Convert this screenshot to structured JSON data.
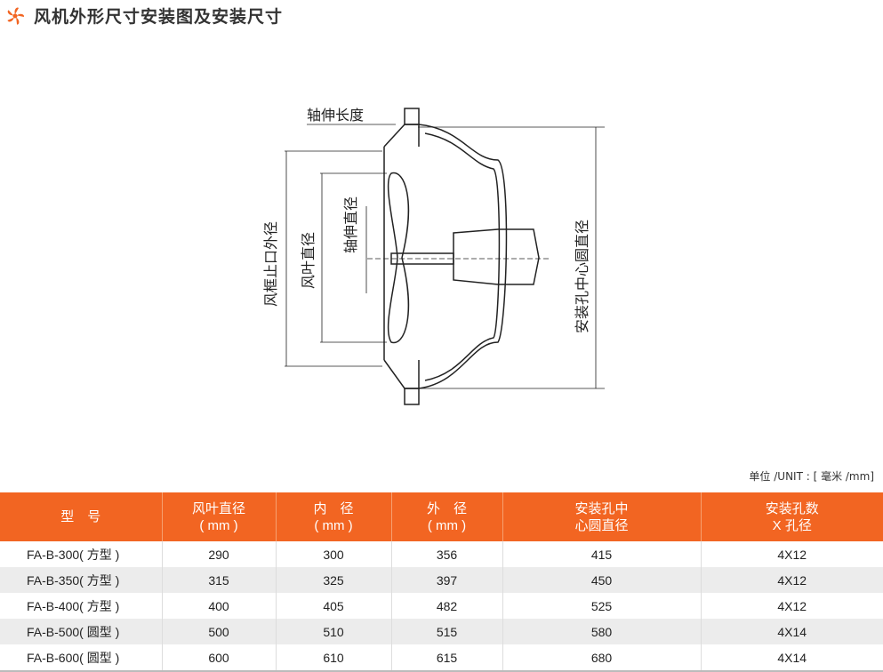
{
  "title": "风机外形尺寸安装图及安装尺寸",
  "diagram_labels": {
    "shaft_length": "轴伸长度",
    "frame_outer": "风框止口外径",
    "blade_dia": "风叶直径",
    "shaft_dia": "轴伸直径",
    "hole_circle": "安装孔中心圆直径"
  },
  "unit": "单位 /UNIT : [ 毫米 /mm]",
  "table": {
    "headers": [
      [
        "型　号",
        ""
      ],
      [
        "风叶直径",
        "( mm )"
      ],
      [
        "内　径",
        "( mm )"
      ],
      [
        "外　径",
        "( mm )"
      ],
      [
        "安装孔中",
        "心圆直径"
      ],
      [
        "安装孔数",
        "X 孔径"
      ]
    ],
    "rows": [
      [
        "FA-B-300( 方型 )",
        "290",
        "300",
        "356",
        "415",
        "4X12"
      ],
      [
        "FA-B-350( 方型 )",
        "315",
        "325",
        "397",
        "450",
        "4X12"
      ],
      [
        "FA-B-400( 方型 )",
        "400",
        "405",
        "482",
        "525",
        "4X12"
      ],
      [
        "FA-B-500( 圆型 )",
        "500",
        "510",
        "515",
        "580",
        "4X14"
      ],
      [
        "FA-B-600( 圆型 )",
        "600",
        "610",
        "615",
        "680",
        "4X14"
      ]
    ]
  },
  "colors": {
    "accent": "#f26522",
    "alt_row": "#ececec"
  }
}
